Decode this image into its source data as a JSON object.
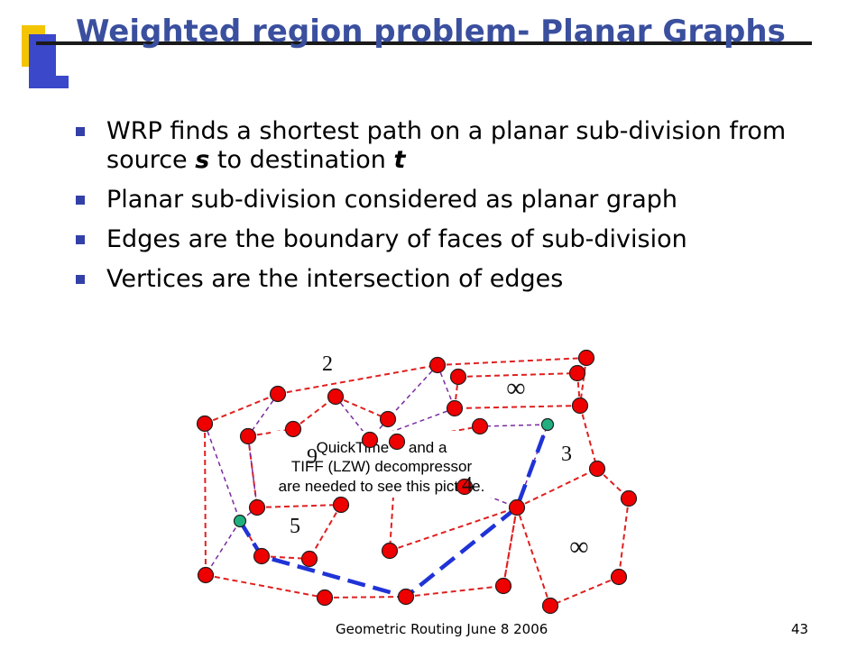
{
  "slide": {
    "title": "Weighted region problem- Planar Graphs",
    "bullets": [
      {
        "parts": [
          {
            "text": "WRP finds a shortest path on a planar sub-division from source "
          },
          {
            "text": "s",
            "em": true
          },
          {
            "text": " to destination "
          },
          {
            "text": "t",
            "em": true
          }
        ]
      },
      {
        "parts": [
          {
            "text": "Planar sub-division considered as planar graph"
          }
        ]
      },
      {
        "parts": [
          {
            "text": "Edges are the boundary of faces of sub-division"
          }
        ]
      },
      {
        "parts": [
          {
            "text": "Vertices are the intersection of edges"
          }
        ]
      }
    ],
    "figure": {
      "weights": [
        "2",
        "∞",
        "9",
        "3",
        "4",
        "5",
        "∞"
      ],
      "placeholder_lines": [
        "QuickTime™ and a",
        "TIFF (LZW) decompressor",
        "are needed to see this picture."
      ]
    },
    "footer": "Geometric Routing  June 8 2006",
    "page_number": "43"
  },
  "colors": {
    "title": "#3a4f9e",
    "accent_yellow": "#f3c400",
    "accent_blue": "#3a48c9",
    "vertex": "#ee0000",
    "edge_red": "#e02020",
    "edge_purple": "#7a2aa0",
    "path_blue": "#1f33d6",
    "terminal": "#20b080"
  }
}
